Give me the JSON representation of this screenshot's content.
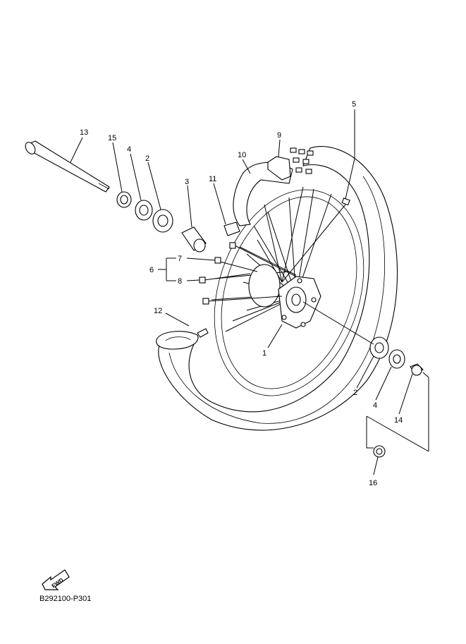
{
  "diagram": {
    "callouts": [
      {
        "id": "13",
        "label": "13"
      },
      {
        "id": "15",
        "label": "15"
      },
      {
        "id": "4a",
        "label": "4"
      },
      {
        "id": "2a",
        "label": "2"
      },
      {
        "id": "3",
        "label": "3"
      },
      {
        "id": "11",
        "label": "11"
      },
      {
        "id": "10",
        "label": "10"
      },
      {
        "id": "9",
        "label": "9"
      },
      {
        "id": "5",
        "label": "5"
      },
      {
        "id": "7",
        "label": "7"
      },
      {
        "id": "6",
        "label": "6"
      },
      {
        "id": "8",
        "label": "8"
      },
      {
        "id": "12",
        "label": "12"
      },
      {
        "id": "1",
        "label": "1"
      },
      {
        "id": "2b",
        "label": "2"
      },
      {
        "id": "4b",
        "label": "4"
      },
      {
        "id": "14",
        "label": "14"
      },
      {
        "id": "16",
        "label": "16"
      }
    ],
    "fwd_label": "FWD",
    "drawing_code": "B292100-P301"
  }
}
